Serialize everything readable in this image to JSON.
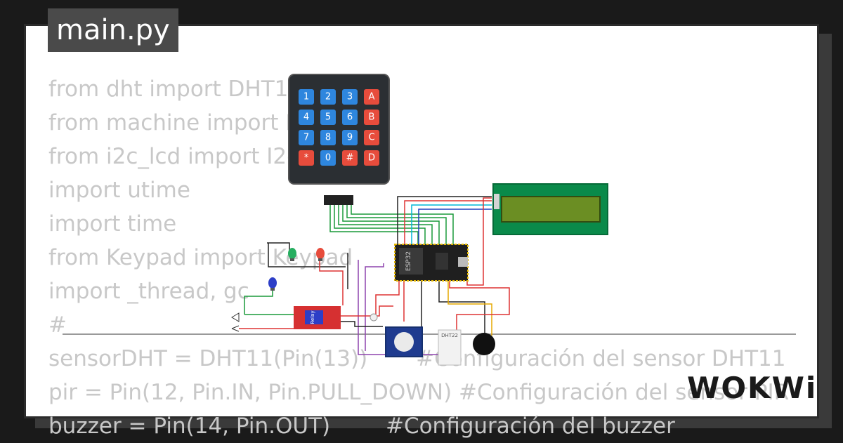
{
  "tab": {
    "filename": "main.py"
  },
  "code_lines": [
    "from dht import DHT11",
    "from machine import Pin, PWM",
    "from i2c_lcd import I2cLcd",
    "import utime",
    "import time",
    "from Keypad import Keypad",
    "import _thread, gc",
    "#",
    "sensorDHT = DHT11(Pin(13))       #Configuración del sensor DHT11",
    "pir = Pin(12, Pin.IN, Pin.PULL_DOWN) #Configuración del sensor PIR",
    "buzzer = Pin(14, Pin.OUT)        #Configuración del buzzer"
  ],
  "keypad": {
    "keys": [
      "1",
      "2",
      "3",
      "A",
      "4",
      "5",
      "6",
      "B",
      "7",
      "8",
      "9",
      "C",
      "*",
      "0",
      "#",
      "D"
    ]
  },
  "labels": {
    "mcu": "ESP32",
    "relay": "Relay",
    "sensor": "DHT22"
  },
  "brand": {
    "logo_text": "WOKWi"
  },
  "colors": {
    "key_blue": "#2e86de",
    "key_red": "#e74c3c",
    "lcd_green": "#0a8a4a",
    "lcd_screen": "#6b8e23"
  }
}
